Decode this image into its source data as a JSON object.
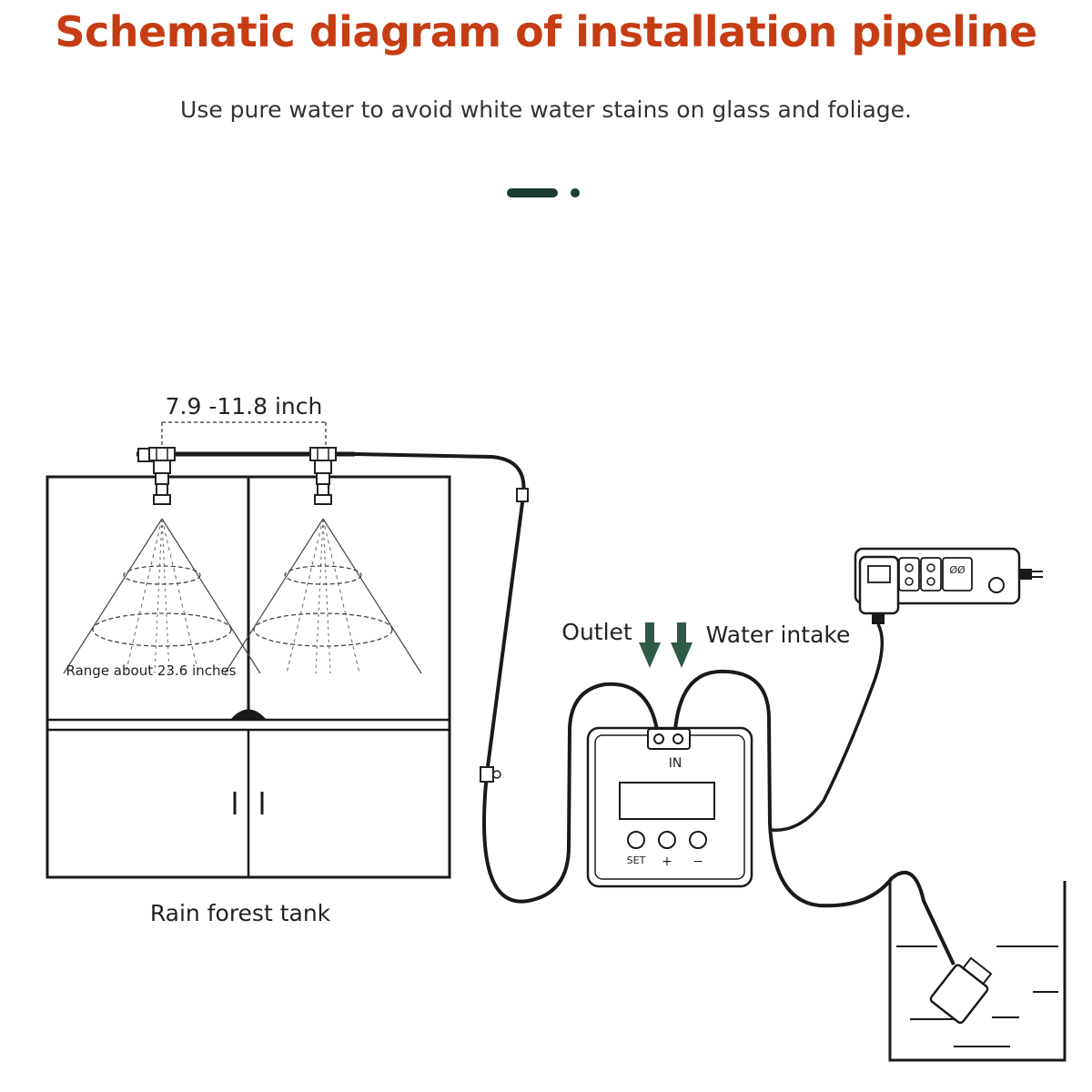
{
  "header": {
    "title": "Schematic diagram of installation pipeline",
    "subtitle": "Use pure water to avoid white water stains on glass and foliage."
  },
  "diagram": {
    "spacing_label": "7.9 -11.8 inch",
    "range_label": "Range about 23.6 inches",
    "tank_label": "Rain forest tank",
    "outlet_label": "Outlet",
    "intake_label": "Water intake",
    "port_label": "IN",
    "button_set_label": "SET",
    "button_plus_label": "+",
    "button_minus_label": "−",
    "socket_label": "ØØ"
  },
  "colors": {
    "title": "#c63d14",
    "arrow": "#2f5a47",
    "ink": "#1a1a1a",
    "deco": "#1d3b30"
  }
}
